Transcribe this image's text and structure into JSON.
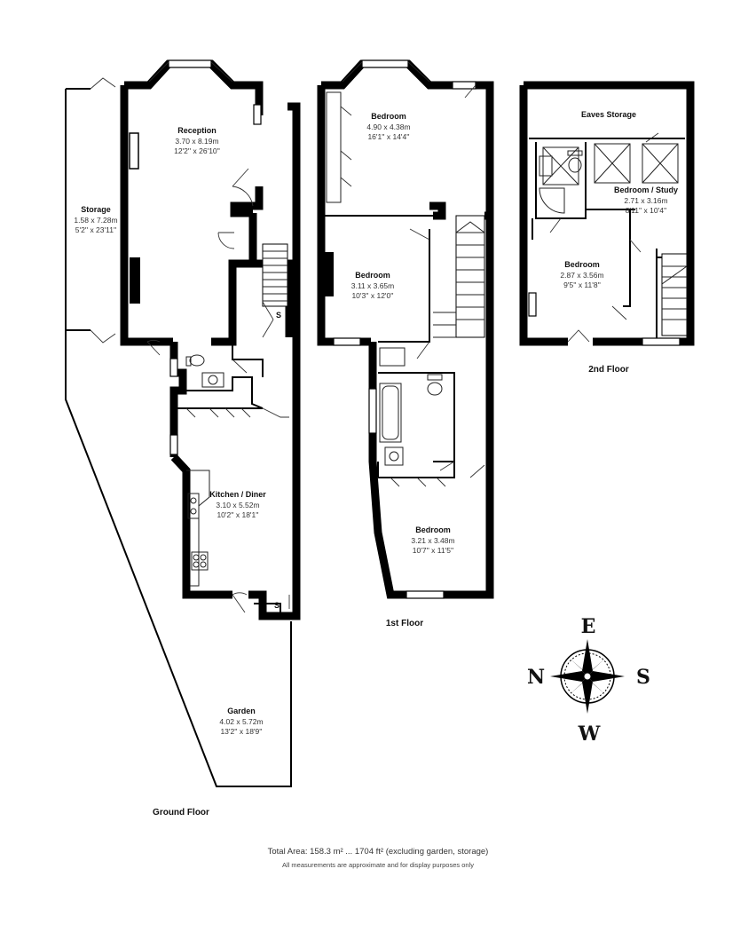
{
  "floors": [
    {
      "label": "Ground Floor"
    },
    {
      "label": "1st Floor"
    },
    {
      "label": "2nd Floor"
    }
  ],
  "rooms": {
    "reception": {
      "name": "Reception",
      "metric": "3.70 x 8.19m",
      "imperial": "12'2'' x 26'10''"
    },
    "storage": {
      "name": "Storage",
      "metric": "1.58 x 7.28m",
      "imperial": "5'2'' x 23'11''"
    },
    "kitchen": {
      "name": "Kitchen / Diner",
      "metric": "3.10 x 5.52m",
      "imperial": "10'2'' x 18'1''"
    },
    "garden": {
      "name": "Garden",
      "metric": "4.02 x 5.72m",
      "imperial": "13'2'' x 18'9''"
    },
    "bedroom_front": {
      "name": "Bedroom",
      "metric": "4.90 x 4.38m",
      "imperial": "16'1'' x 14'4''"
    },
    "bedroom_middle": {
      "name": "Bedroom",
      "metric": "3.11 x 3.65m",
      "imperial": "10'3'' x 12'0''"
    },
    "bedroom_rear": {
      "name": "Bedroom",
      "metric": "3.21 x 3.48m",
      "imperial": "10'7'' x 11'5''"
    },
    "eaves": {
      "name": "Eaves Storage"
    },
    "study": {
      "name": "Bedroom / Study",
      "metric": "2.71 x 3.16m",
      "imperial": "8'11'' x 10'4''"
    },
    "bedroom_top": {
      "name": "Bedroom",
      "metric": "2.87 x 3.56m",
      "imperial": "9'5'' x 11'8''"
    }
  },
  "cupboard_marks": {
    "under_stairs": "S",
    "kitchen_store": "S"
  },
  "compass": {
    "north": "N",
    "east": "E",
    "south": "S",
    "west": "W"
  },
  "footer": {
    "total_area": "Total Area: 158.3 m² ... 1704 ft² (excluding garden, storage)",
    "disclaimer": "All measurements are approximate and for display purposes only"
  }
}
